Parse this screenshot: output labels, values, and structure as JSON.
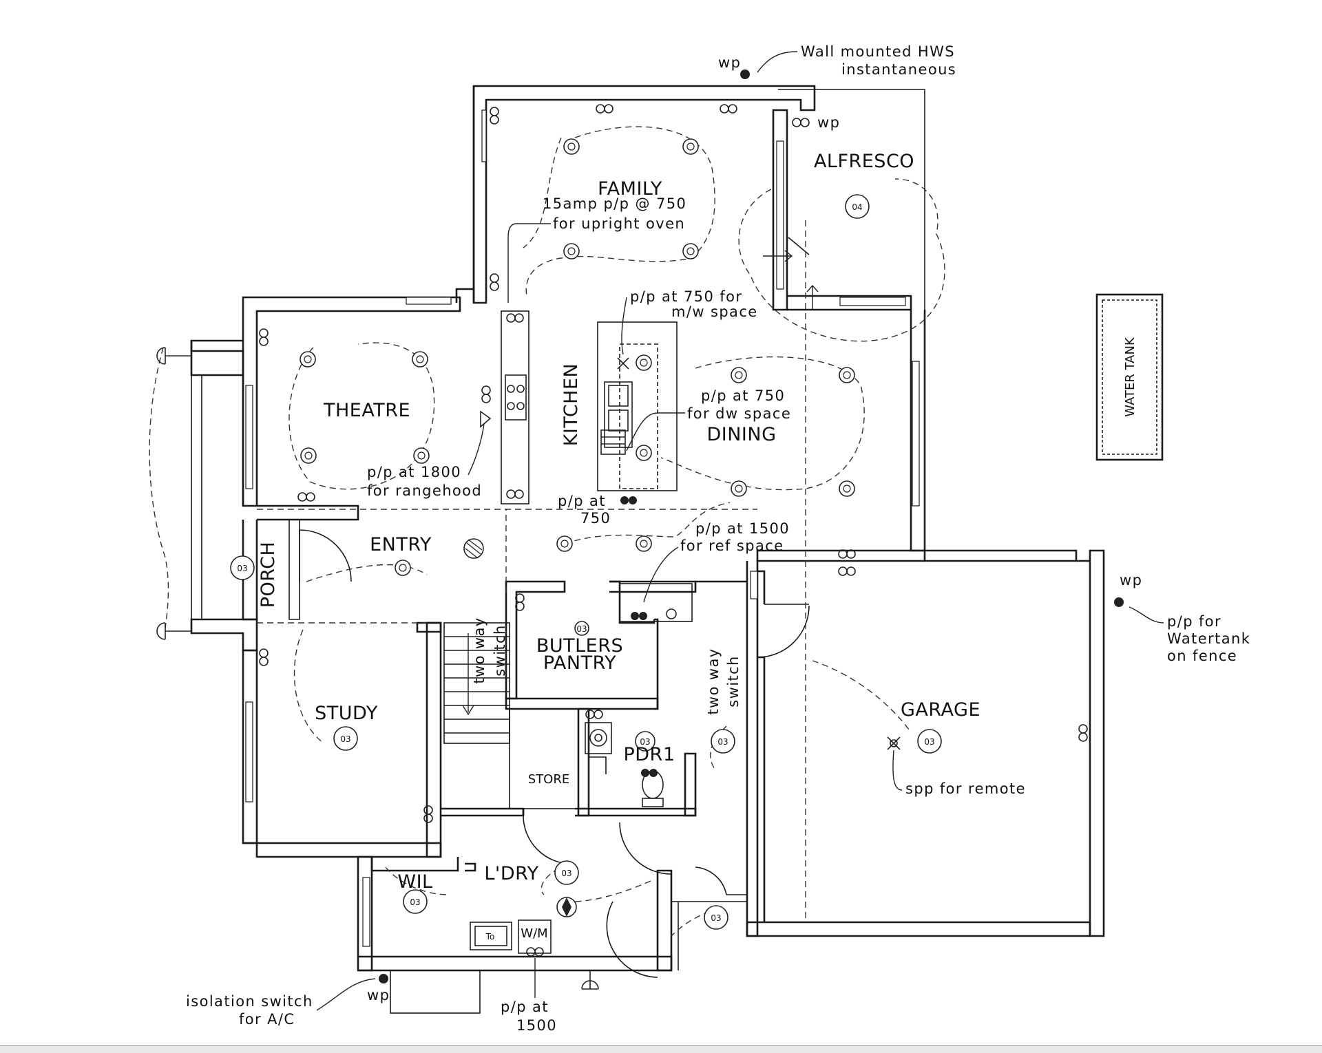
{
  "rooms": {
    "family": "FAMILY",
    "alfresco": "ALFRESCO",
    "theatre": "THEATRE",
    "kitchen": "KITCHEN",
    "dining": "DINING",
    "entry": "ENTRY",
    "porch": "PORCH",
    "butlers_line1": "BUTLERS",
    "butlers_line2": "PANTRY",
    "study": "STUDY",
    "garage": "GARAGE",
    "pdr": "PDR1",
    "store": "STORE",
    "laundry": "L'DRY",
    "wil": "WIL",
    "water_tank": "WATER TANK",
    "washing_machine": "W/M",
    "trough": "To"
  },
  "notes": {
    "hws_line1": "Wall mounted HWS",
    "hws_line2": "instantaneous",
    "wp": "wp",
    "oven_line1": "15amp p/p @ 750",
    "oven_line2": "for upright oven",
    "mw_line1": "p/p at 750 for",
    "mw_line2": "m/w space",
    "dw_line1": "p/p at 750",
    "dw_line2": "for dw space",
    "rangehood_line1": "p/p at 1800",
    "rangehood_line2": "for rangehood",
    "island_line1": "p/p at",
    "island_line2": "750",
    "ref_line1": "p/p at 1500",
    "ref_line2": "for ref space",
    "twoway": "two way",
    "switch": "switch",
    "watertank_line1": "p/p for",
    "watertank_line2": "Watertank",
    "watertank_line3": "on fence",
    "remote": "spp for remote",
    "isolation_line1": "isolation switch",
    "isolation_line2": "for A/C",
    "laundry_line1": "p/p at",
    "laundry_line2": "1500"
  },
  "tags": {
    "t03": "03",
    "t04": "04"
  }
}
